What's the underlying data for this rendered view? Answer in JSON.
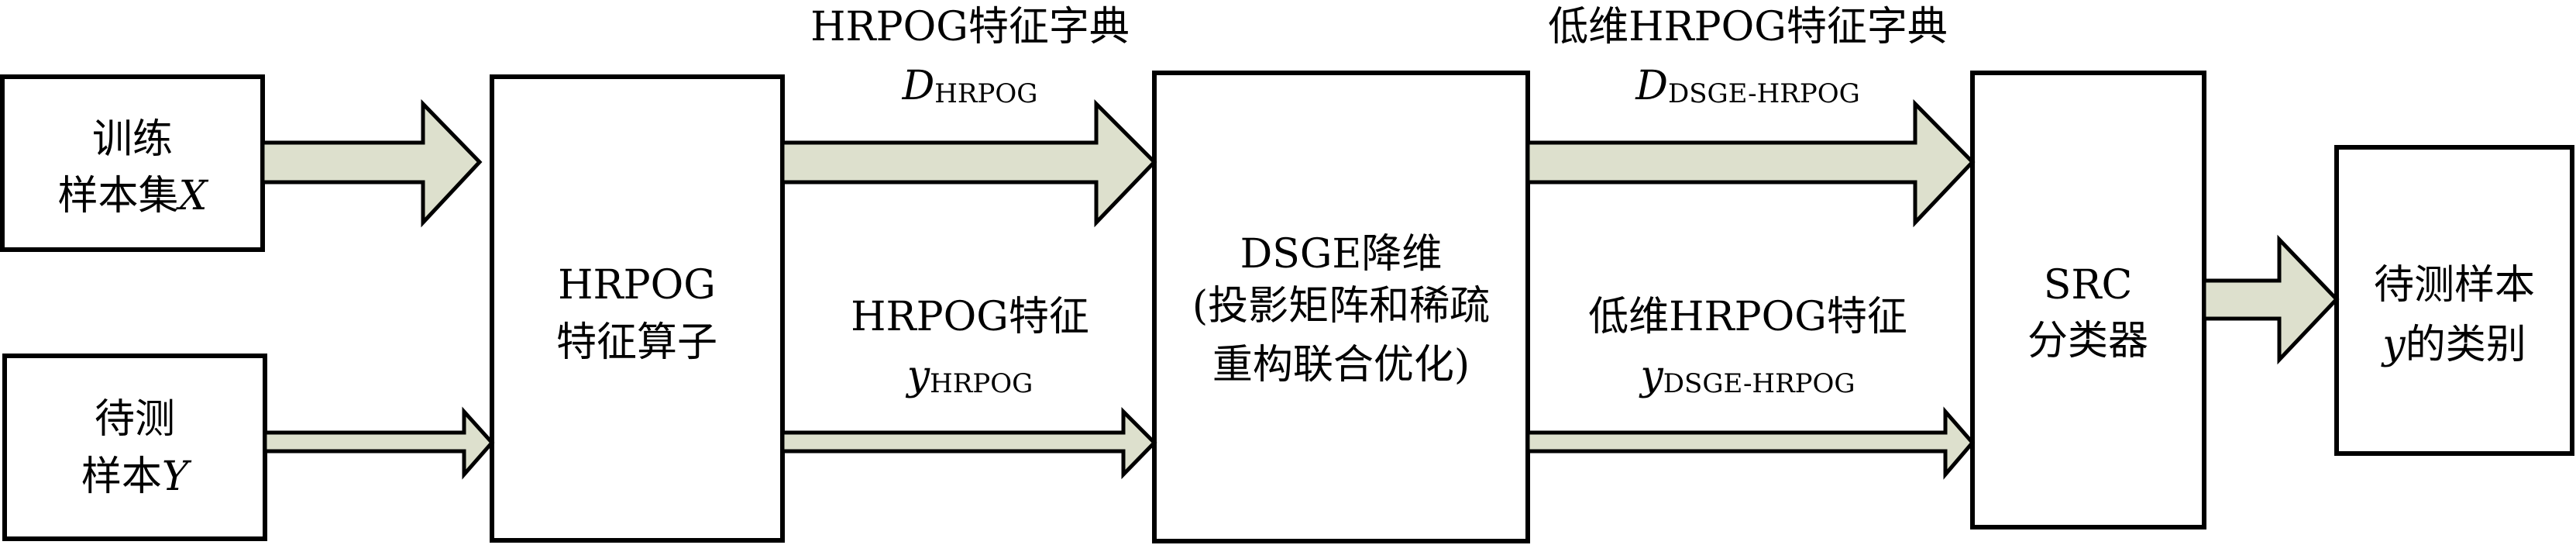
{
  "colors": {
    "arrow_fill": "#dde0cd",
    "stroke": "#000000"
  },
  "boxes": {
    "training": {
      "line1": "训练",
      "line2": "样本集",
      "var": "X"
    },
    "test": {
      "line1": "待测",
      "line2": "样本",
      "var": "Y"
    },
    "hrpog": {
      "line1": "HRPOG",
      "line2": "特征算子"
    },
    "dsge": {
      "line1": "DSGE降维",
      "line2": "(投影矩阵和稀疏",
      "line3": "重构联合优化)"
    },
    "src": {
      "line1": "SRC",
      "line2": "分类器"
    },
    "result": {
      "line1": "待测样本",
      "var": "y",
      "line2": "的类别"
    }
  },
  "labels": {
    "hrpog_dict": {
      "title": "HRPOG特征字典",
      "sym": "D",
      "sub": "HRPOG"
    },
    "hrpog_feat": {
      "title": "HRPOG特征",
      "sym": "y",
      "sub": "HRPOG"
    },
    "dsge_dict": {
      "title": "低维HRPOG特征字典",
      "sym": "D",
      "sub": "DSGE-HRPOG"
    },
    "dsge_feat": {
      "title": "低维HRPOG特征",
      "sym": "y",
      "sub": "DSGE-HRPOG"
    }
  }
}
